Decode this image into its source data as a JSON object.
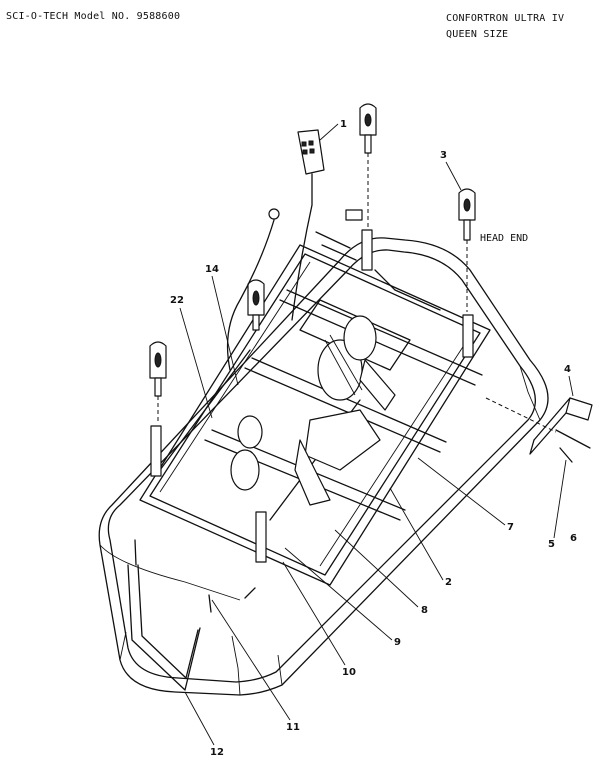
{
  "header": {
    "left": "SCI-O-TECH Model NO.  9588600",
    "right_line1": "CONFORTRON ULTRA IV",
    "right_line2": "QUEEN SIZE"
  },
  "labels": {
    "head_end": "HEAD END"
  },
  "callouts": [
    "1",
    "3",
    "4",
    "14",
    "22",
    "7",
    "5",
    "6",
    "2",
    "8",
    "9",
    "10",
    "11",
    "12"
  ]
}
